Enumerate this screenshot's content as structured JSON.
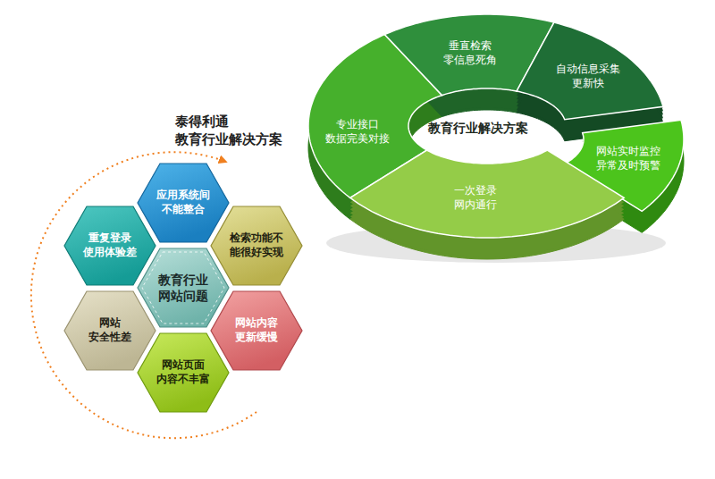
{
  "diagram": {
    "title": "泰得利通 教育行业解决方案",
    "nodes": [
      {
        "text": [
          "教育行业 网站问题"
        ]
      },
      {
        "text": [
          "应用系统间 不能整合"
        ]
      },
      {
        "text": [
          "检索功能不 能很好实现"
        ]
      },
      {
        "text": [
          "网站内容 更新缓慢"
        ]
      },
      {
        "text": [
          "网站页面 内容不丰富"
        ]
      },
      {
        "text": [
          "网站 安全性差"
        ]
      },
      {
        "text": [
          "重复登录 使用体验差"
        ]
      },
      {
        "text": [
          "教育行业解决方案"
        ]
      },
      {
        "text": [
          "专业接口 数据完美对接"
        ],
        "in": 7
      },
      {
        "text": [
          "垂直检索 零信息死角"
        ],
        "in": 7
      },
      {
        "text": [
          "自动信息采集 更新快"
        ],
        "in": 7
      },
      {
        "text": [
          "网站实时监控 异常及时预警"
        ],
        "in": 7
      },
      {
        "text": [
          "一次登录 网内通行"
        ],
        "in": 7
      }
    ]
  }
}
